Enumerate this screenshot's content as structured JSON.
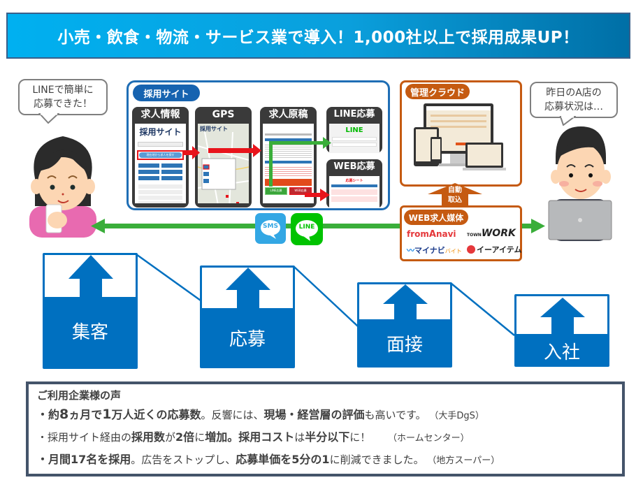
{
  "header": {
    "title": "小売・飲食・物流・サービス業で導入！1,000社以上で採用成果UP！"
  },
  "bubbles": {
    "left": {
      "line1": "LINEで簡単に",
      "line2": "応募できた！"
    },
    "right": {
      "line1": "昨日のA店の",
      "line2": "応募状況は…"
    }
  },
  "site": {
    "label": "採用サイト",
    "phones": [
      {
        "title": "求人情報",
        "screen_heading": "採用サイト",
        "search_button": "現在地から求人を探す"
      },
      {
        "title": "GPS",
        "screen_heading": "採用サイト"
      },
      {
        "title": "求人原稿",
        "line_button": "LINE応募",
        "web_button": "WEB応募"
      },
      {
        "title": "LINE応募",
        "screen_logo": "LINE"
      },
      {
        "title": "WEB応募",
        "screen_heading": "応募シート"
      }
    ]
  },
  "channels": {
    "sms": "SMS",
    "line": "LINE"
  },
  "cloud": {
    "label": "管理クラウド"
  },
  "auto_import": {
    "line1": "自動",
    "line2": "取込"
  },
  "media": {
    "label": "WEB求人媒体",
    "logos": [
      "fromAnavi",
      "townWORK",
      "マイナビバイト",
      "イーアイテム"
    ],
    "logo_parts": {
      "fromanavi_a": "from",
      "fromanavi_b": "A",
      "fromanavi_c": "navi",
      "townwork_small": "TOWN",
      "townwork_big": "WORK",
      "mynavi_a": "マイナビ",
      "mynavi_b": "バイト",
      "eitem": "イーアイテム"
    }
  },
  "funnel": {
    "steps": [
      {
        "label": "集客"
      },
      {
        "label": "応募"
      },
      {
        "label": "面接"
      },
      {
        "label": "入社"
      }
    ]
  },
  "voices": {
    "title": "ご利用企業様の声",
    "lines": [
      {
        "parts": [
          {
            "text": "・約",
            "bold": true
          },
          {
            "text": "8",
            "bold": true
          },
          {
            "text": "ヵ月で",
            "bold": true
          },
          {
            "text": "1",
            "bold": true
          },
          {
            "text": "万人近くの応募数",
            "bold": true
          },
          {
            "text": "。反響には、",
            "bold": false
          },
          {
            "text": "現場・経営層の評価",
            "bold": true
          },
          {
            "text": "も高いです。",
            "bold": false
          }
        ],
        "source": "（大手DgS）"
      },
      {
        "parts": [
          {
            "text": "・採用サイト経由の",
            "bold": false
          },
          {
            "text": "採用数",
            "bold": true
          },
          {
            "text": "が",
            "bold": false
          },
          {
            "text": "2倍",
            "bold": true
          },
          {
            "text": "に",
            "bold": false
          },
          {
            "text": "増加。採用コスト",
            "bold": true
          },
          {
            "text": "は",
            "bold": false
          },
          {
            "text": "半分以下",
            "bold": true
          },
          {
            "text": "に！",
            "bold": false
          }
        ],
        "source": "（ホームセンター）"
      },
      {
        "parts": [
          {
            "text": "・月間17名を採用",
            "bold": true
          },
          {
            "text": "。広告をストップし、",
            "bold": false
          },
          {
            "text": "応募単価を5分の1",
            "bold": true
          },
          {
            "text": "に削減できました。",
            "bold": false
          }
        ],
        "source": "（地方スーパー）"
      }
    ]
  },
  "colors": {
    "banner_start": "#00b0f0",
    "banner_end": "#006fa6",
    "site_blue": "#1f6eb5",
    "orange": "#c55a11",
    "funnel_blue": "#0070c0",
    "green_arrow": "#3aae3a",
    "red_arrow": "#e8141b",
    "voice_border": "#44546a"
  }
}
